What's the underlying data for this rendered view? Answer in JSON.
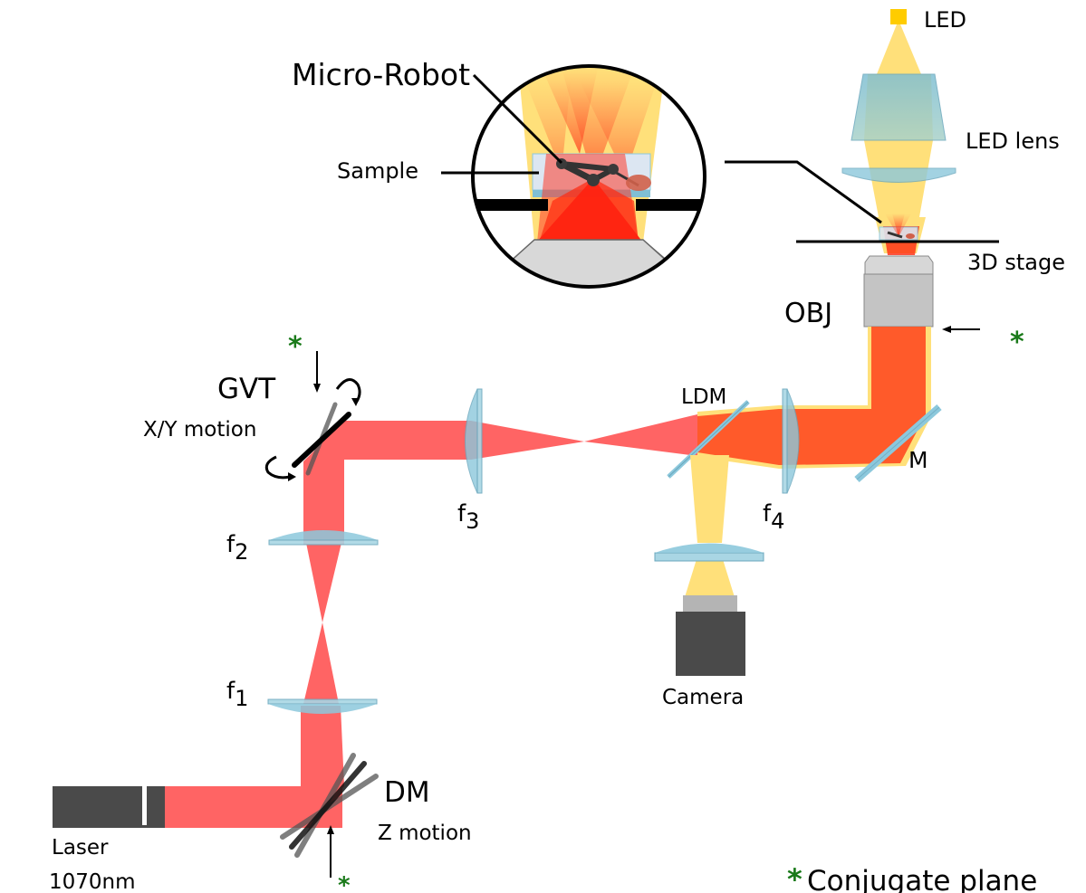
{
  "title": "Optical tweezers micro-robot setup",
  "colors": {
    "laser_beam": "#ff5f5f",
    "laser_combined": "#ff5a2a",
    "led_light": "#ffe07a",
    "lens": "#8cc8dc",
    "device_dark": "#4a4a4a",
    "objective": "#c4c4c4",
    "conjugate_marker": "#1a7a1a"
  },
  "labels": {
    "micro_robot": "Micro-Robot",
    "sample": "Sample",
    "led": "LED",
    "led_lens": "LED lens",
    "stage": "3D stage",
    "objective": "OBJ",
    "gvt": "GVT",
    "gvt_motion": "X/Y motion",
    "ldm": "LDM",
    "mirror": "M",
    "f1": "f",
    "f1_sub": "1",
    "f2": "f",
    "f2_sub": "2",
    "f3": "f",
    "f3_sub": "3",
    "f4": "f",
    "f4_sub": "4",
    "camera": "Camera",
    "dm": "DM",
    "dm_motion": "Z motion",
    "laser_line1": "Laser",
    "laser_line2": "1070nm",
    "conjugate_star": "*",
    "legend": "Conjugate plane"
  }
}
